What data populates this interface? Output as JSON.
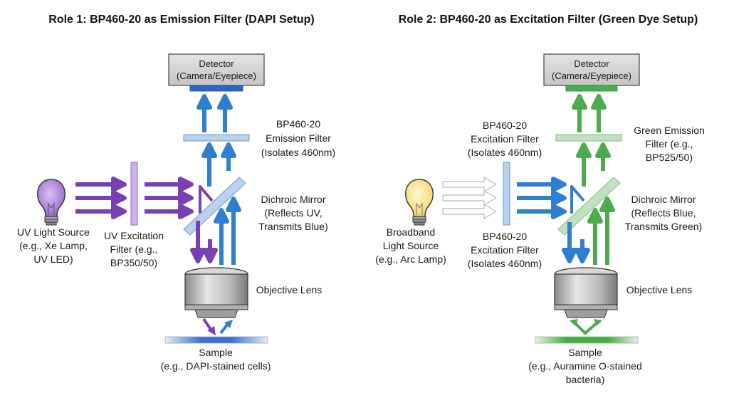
{
  "panels": [
    {
      "title": "Role 1: BP460-20 as Emission Filter (DAPI Setup)",
      "detector": {
        "line1": "Detector",
        "line2": "(Camera/Eyepiece)"
      },
      "emission_filter": {
        "lines": [
          "BP460-20",
          "Emission Filter",
          "(Isolates 460nm)"
        ]
      },
      "dichroic": {
        "lines": [
          "Dichroic Mirror",
          "(Reflects UV,",
          "Transmits Blue)"
        ]
      },
      "light_source": {
        "lines": [
          "UV Light Source",
          "(e.g., Xe Lamp,",
          "UV LED)"
        ]
      },
      "excitation_filter": {
        "lines": [
          "UV Excitation",
          "Filter (e.g.,",
          "BP350/50)"
        ]
      },
      "objective": "Objective Lens",
      "sample": {
        "line1": "Sample",
        "line2": "(e.g., DAPI-stained cells)"
      }
    },
    {
      "title": "Role 2: BP460-20 as Excitation Filter (Green Dye Setup)",
      "detector": {
        "line1": "Detector",
        "line2": "(Camera/Eyepiece)"
      },
      "excitation_filter_top": {
        "lines": [
          "BP460-20",
          "Excitation Filter",
          "(Isolates 460nm)"
        ]
      },
      "emission_filter": {
        "lines": [
          "Green Emission",
          "Filter (e.g.,",
          "BP525/50)"
        ]
      },
      "dichroic": {
        "lines": [
          "Dichroic Mirror",
          "(Reflects Blue,",
          "Transmits Green)"
        ]
      },
      "light_source": {
        "lines": [
          "Broadband",
          "Light Source",
          "(e.g., Arc Lamp)"
        ]
      },
      "excitation_filter_bottom": {
        "lines": [
          "BP460-20",
          "Excitation Filter",
          "(Isolates 460nm)"
        ]
      },
      "objective": "Objective Lens",
      "sample": {
        "line1": "Sample",
        "line2": "(e.g., Auramine O-stained",
        "line3": "bacteria)"
      }
    }
  ],
  "colors": {
    "uv": "#7a3fb0",
    "blue": "#2e7fd0",
    "green": "#4daa4d",
    "white_light": "#ffffff",
    "filter_uv": "#cdb6e6",
    "filter_blue": "#b8d2ee",
    "filter_green": "#bfe3bf"
  }
}
